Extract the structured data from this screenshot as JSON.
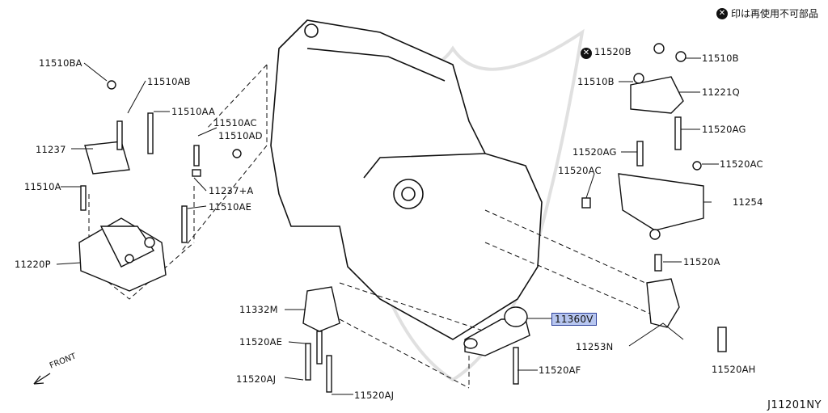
{
  "legend": {
    "mark_icon": "x-circle-icon",
    "text": "印は再使用不可部品"
  },
  "figure_code": "J11201NY",
  "front_label": "FRONT",
  "parts": [
    {
      "id": "11510BA",
      "label": "11510BA",
      "highlight": false,
      "nonreusable": false
    },
    {
      "id": "11510AB",
      "label": "11510AB",
      "highlight": false,
      "nonreusable": false
    },
    {
      "id": "11510AA",
      "label": "11510AA",
      "highlight": false,
      "nonreusable": false
    },
    {
      "id": "11510AC",
      "label": "11510AC",
      "highlight": false,
      "nonreusable": false
    },
    {
      "id": "11510AD",
      "label": "11510AD",
      "highlight": false,
      "nonreusable": false
    },
    {
      "id": "11237",
      "label": "11237",
      "highlight": false,
      "nonreusable": false
    },
    {
      "id": "11237A",
      "label": "11237+A",
      "highlight": false,
      "nonreusable": false
    },
    {
      "id": "11510A",
      "label": "11510A",
      "highlight": false,
      "nonreusable": false
    },
    {
      "id": "11510AE",
      "label": "11510AE",
      "highlight": false,
      "nonreusable": false
    },
    {
      "id": "11220P",
      "label": "11220P",
      "highlight": false,
      "nonreusable": false
    },
    {
      "id": "11332M",
      "label": "11332M",
      "highlight": false,
      "nonreusable": false
    },
    {
      "id": "11520AE",
      "label": "11520AE",
      "highlight": false,
      "nonreusable": false
    },
    {
      "id": "11520AJ_1",
      "label": "11520AJ",
      "highlight": false,
      "nonreusable": false
    },
    {
      "id": "11520AJ_2",
      "label": "11520AJ",
      "highlight": false,
      "nonreusable": false
    },
    {
      "id": "11360V",
      "label": "11360V",
      "highlight": true,
      "nonreusable": false
    },
    {
      "id": "11520AF",
      "label": "11520AF",
      "highlight": false,
      "nonreusable": false
    },
    {
      "id": "11520B",
      "label": "11520B",
      "highlight": false,
      "nonreusable": true
    },
    {
      "id": "11510B_top",
      "label": "11510B",
      "highlight": false,
      "nonreusable": false
    },
    {
      "id": "11510B_left",
      "label": "11510B",
      "highlight": false,
      "nonreusable": false
    },
    {
      "id": "11221Q",
      "label": "11221Q",
      "highlight": false,
      "nonreusable": false
    },
    {
      "id": "11520AG_1",
      "label": "11520AG",
      "highlight": false,
      "nonreusable": false
    },
    {
      "id": "11520AG_2",
      "label": "11520AG",
      "highlight": false,
      "nonreusable": false
    },
    {
      "id": "11520AC_1",
      "label": "11520AC",
      "highlight": false,
      "nonreusable": false
    },
    {
      "id": "11520AC_2",
      "label": "11520AC",
      "highlight": false,
      "nonreusable": false
    },
    {
      "id": "11254",
      "label": "11254",
      "highlight": false,
      "nonreusable": false
    },
    {
      "id": "11520A",
      "label": "11520A",
      "highlight": false,
      "nonreusable": false
    },
    {
      "id": "11253N",
      "label": "11253N",
      "highlight": false,
      "nonreusable": false
    },
    {
      "id": "11520AH",
      "label": "11520AH",
      "highlight": false,
      "nonreusable": false
    }
  ]
}
